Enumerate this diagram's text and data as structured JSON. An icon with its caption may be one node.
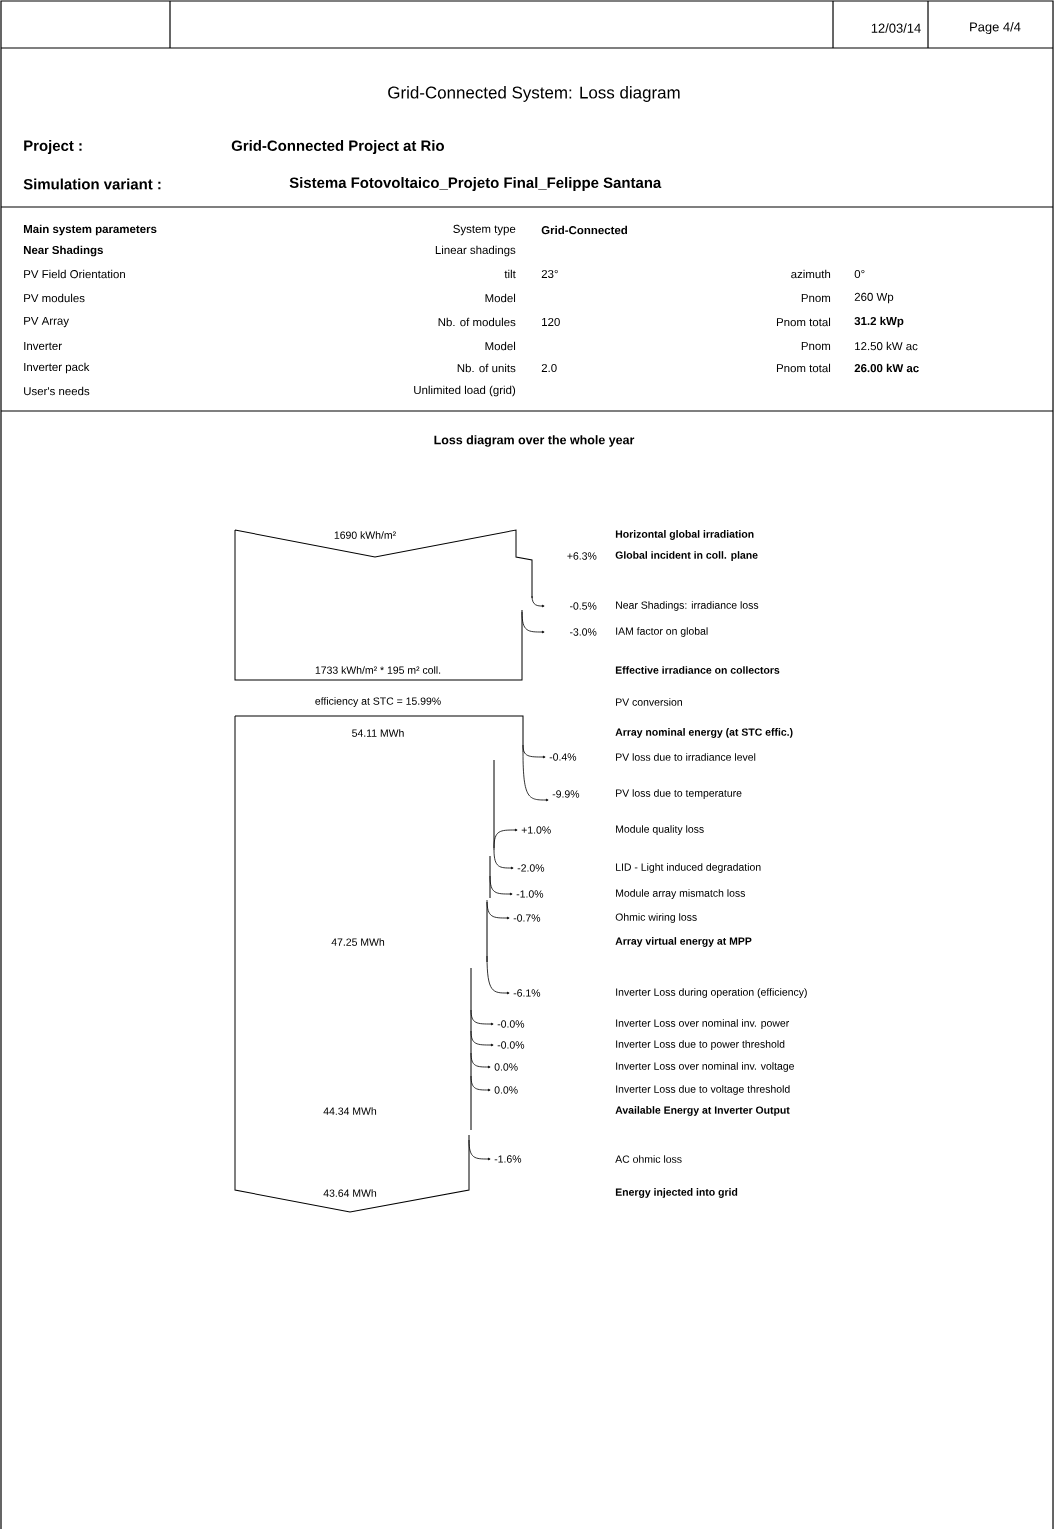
{
  "diagram": {
    "title": "Grid-Connected System: Loss diagram",
    "labels": [
      "12/03/14",
      "Page 4/4",
      "Project :",
      "Grid-Connected Project at Rio",
      "Simulation variant :",
      "Sistema Fotovoltaico_Projeto Final_Felippe Santana",
      "Main system parameters",
      "System type",
      "Grid-Connected",
      "Near Shadings",
      "Linear shadings",
      "PV Field Orientation",
      "tilt",
      "23°",
      "azimuth",
      "0°",
      "PV modules",
      "Model",
      "Pnom",
      "260 Wp",
      "PV Array",
      "Nb. of modules",
      "120",
      "Pnom total",
      "31.2 kWp",
      "Inverter",
      "Model",
      "Pnom",
      "12.50 kW ac",
      "Inverter pack",
      "Nb. of units",
      "2.0",
      "Pnom total",
      "26.00 kW ac",
      "User's needs",
      "Unlimited load (grid)",
      "Loss diagram over the whole year",
      "1690 kWh/m²",
      "Horizontal global irradiation",
      "+6.3%",
      "Global incident in coll. plane",
      "-0.5%",
      "Near Shadings: irradiance loss",
      "-3.0%",
      "IAM factor on global",
      "1733 kWh/m² * 195 m² coll.",
      "Effective irradiance on collectors",
      "efficiency at STC = 15.99%",
      "PV conversion",
      "54.11 MWh",
      "Array nominal energy (at STC effic.)",
      "-0.4%",
      "PV loss due to irradiance level",
      "-9.9%",
      "PV loss due to temperature",
      "+1.0%",
      "Module quality loss",
      "-2.0%",
      "LID - Light induced degradation",
      "-1.0%",
      "Module array mismatch loss",
      "-0.7%",
      "Ohmic wiring loss",
      "47.25 MWh",
      "Array virtual energy at MPP",
      "-6.1%",
      "Inverter Loss during operation (efficiency)",
      "-0.0%",
      "Inverter Loss over nominal inv. power",
      "-0.0%",
      "Inverter Loss due to power threshold",
      "0.0%",
      "Inverter Loss over nominal inv. voltage",
      "0.0%",
      "Inverter Loss due to voltage threshold",
      "44.34 MWh",
      "Available Energy at Inverter Output",
      "-1.6%",
      "AC ohmic loss",
      "43.64 MWh",
      "Energy injected into grid"
    ]
  }
}
